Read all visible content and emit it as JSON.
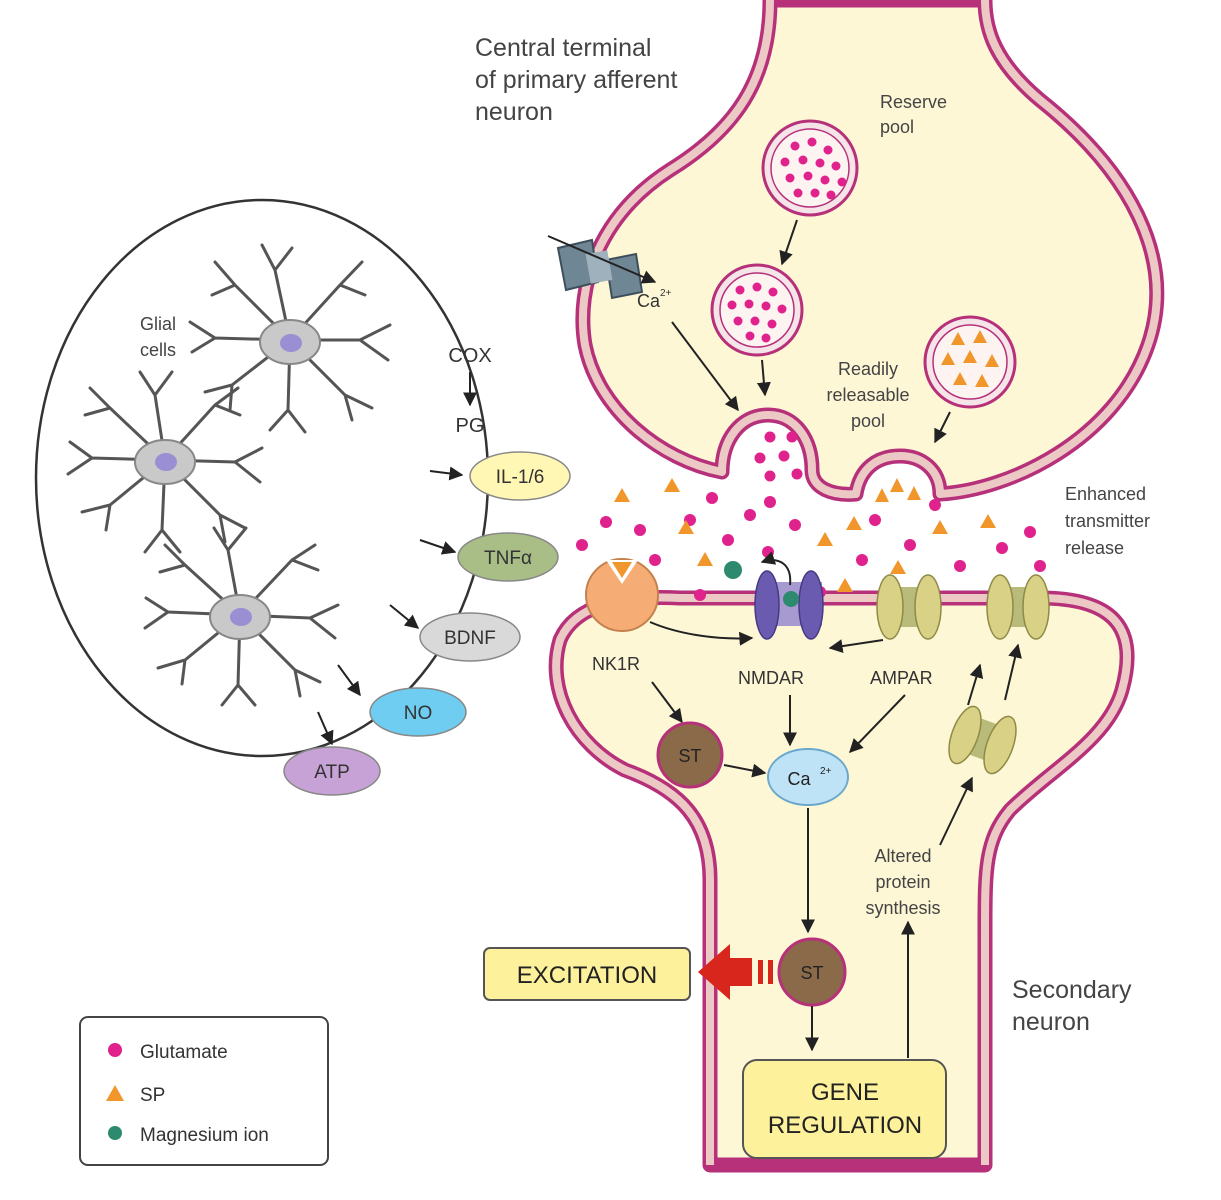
{
  "labels": {
    "central_terminal": [
      "Central terminal",
      "of primary afferent",
      "neuron"
    ],
    "reserve_pool": [
      "Reserve",
      "pool"
    ],
    "ca_presynaptic": "Ca",
    "ca_superscript": "2+",
    "readily_releasable": [
      "Readily",
      "releasable",
      "pool"
    ],
    "enhanced_release": [
      "Enhanced",
      "transmitter",
      "release"
    ],
    "glial_cells": [
      "Glial",
      "cells"
    ],
    "cox": "COX",
    "pg": "PG",
    "nk1r": "NK1R",
    "nmdar": "NMDAR",
    "ampar": "AMPAR",
    "st": "ST",
    "ca_postsynaptic": "Ca",
    "altered_protein": [
      "Altered",
      "protein",
      "synthesis"
    ],
    "excitation": "EXCITATION",
    "gene_regulation": [
      "GENE",
      "REGULATION"
    ],
    "secondary_neuron": [
      "Secondary",
      "neuron"
    ]
  },
  "mediators": [
    {
      "label": "IL-1/6",
      "color": "#fff7b3"
    },
    {
      "label": "TNFα",
      "color": "#a9bd86"
    },
    {
      "label": "BDNF",
      "color": "#d9d9d9"
    },
    {
      "label": "NO",
      "color": "#6fcdf1"
    },
    {
      "label": "ATP",
      "color": "#c7a2d6"
    }
  ],
  "legend": [
    {
      "label": "Glutamate",
      "symbol": "circle",
      "color": "#e0228c"
    },
    {
      "label": "SP",
      "symbol": "triangle",
      "color": "#f0962b"
    },
    {
      "label": "Magnesium ion",
      "symbol": "circle",
      "color": "#2e8a6e"
    }
  ],
  "colors": {
    "cytoplasm": "#fdf7d6",
    "membrane": "#b6307a",
    "membrane_fill": "#ecc9c4",
    "glutamate": "#e0228c",
    "sp": "#f0962b",
    "magnesium": "#2e8a6e",
    "st_fill": "#8b6a4a",
    "excitation_arrow": "#d9261c"
  }
}
